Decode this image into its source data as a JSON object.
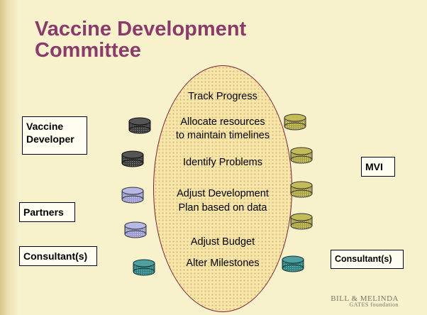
{
  "slide": {
    "title_lines": [
      "Vaccine Development",
      "Committee"
    ],
    "tasks": [
      "Track Progress",
      "Allocate resources",
      "to maintain timelines",
      "Identify Problems",
      "Adjust Development",
      "Plan based on data",
      "Adjust Budget",
      "Alter Milestones"
    ],
    "actors": {
      "vaccine_developer": [
        "Vaccine",
        "Developer"
      ],
      "partners": "Partners",
      "consultant_left": "Consultant(s)",
      "mvi": "MVI",
      "consultant_right": "Consultant(s)"
    },
    "logo": {
      "line1": "BILL & MELINDA",
      "line2": "GATES foundation"
    }
  },
  "colors": {
    "title": "#8b3b6b",
    "ellipse_border": "#7a1f3a",
    "ellipse_fill": "#f8e6a8",
    "disk_dark": "#3a3a3a",
    "disk_lavender": "#9a9ad0",
    "disk_teal": "#2e8080",
    "disk_olive": "#a8a040"
  }
}
